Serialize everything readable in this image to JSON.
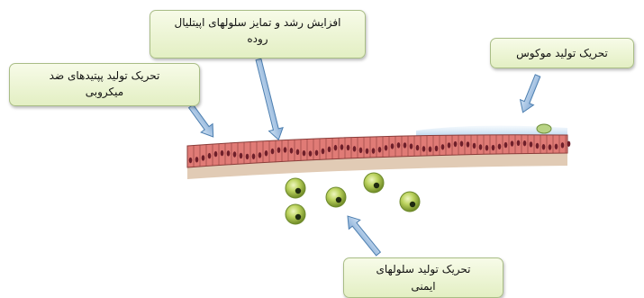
{
  "callouts": {
    "growth": {
      "line1": "افزایش رشد و تمایز سلولهای اپیتلیال",
      "line2": "روده"
    },
    "peptides": {
      "line1": "تحریک تولید پپتیدهای ضد",
      "line2": "میکروبی"
    },
    "mucus": {
      "line1": "تحریک تولید موکوس"
    },
    "immune": {
      "line1": "تحریک تولید سلولهای",
      "line2": "ایمنی"
    }
  },
  "colors": {
    "epithelium": "#e07b76",
    "nucleus": "#6e1f2a",
    "mucus_layer": "#9cc4e8",
    "arrow_fill": "#a7c8e8",
    "arrow_stroke": "#4d7fb0",
    "immune_cell": "#b7cf5a",
    "callout_fill": "#e8f2cd"
  },
  "icons": [
    "arrow-icon",
    "immune-cell-icon",
    "bacterium-icon"
  ]
}
